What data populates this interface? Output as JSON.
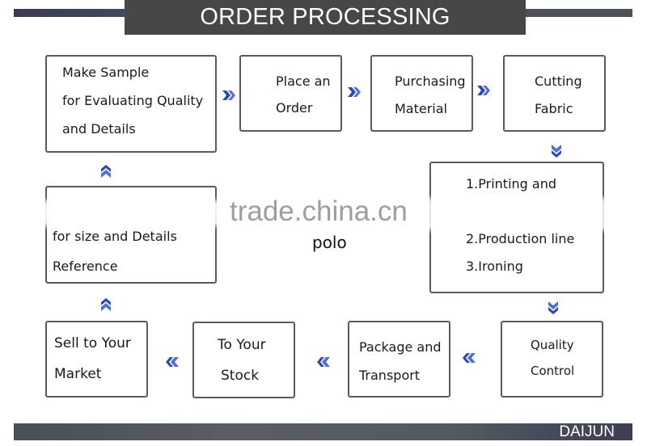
{
  "header": {
    "title": "ORDER PROCESSING"
  },
  "steps": [
    {
      "id": "make-sample",
      "lines": [
        "Make Sample",
        "for Evaluating Quality",
        "and Details"
      ]
    },
    {
      "id": "place-order",
      "lines": [
        "Place an",
        "Order"
      ]
    },
    {
      "id": "purchasing-material",
      "lines": [
        "Purchasing",
        "Material"
      ]
    },
    {
      "id": "cutting-fabric",
      "lines": [
        "Cutting",
        "Fabric"
      ]
    },
    {
      "id": "production",
      "lines": [
        "1.Printing and",
        "2.Production line",
        "3.Ironing"
      ]
    },
    {
      "id": "quality-control",
      "lines": [
        "Quality",
        "Control"
      ]
    },
    {
      "id": "package-transport",
      "lines": [
        "Package and",
        "Transport"
      ]
    },
    {
      "id": "to-stock",
      "lines": [
        "To Your",
        "Stock"
      ]
    },
    {
      "id": "sell-market",
      "lines": [
        "Sell to Your",
        "Market"
      ]
    },
    {
      "id": "size-reference",
      "lines": [
        "for size and Details",
        "Reference"
      ]
    }
  ],
  "center_label": "polo",
  "watermark": "trade.china.cn",
  "footer": {
    "brand": "DAIJUN"
  },
  "colors": {
    "arrow": "#2c47b8",
    "arrow_light": "#6f8fe8",
    "title_bg": "#474747",
    "border": "#5a5a5a"
  },
  "icons": {
    "arrow_right": "double-chevron-right",
    "arrow_left": "double-chevron-left",
    "arrow_down": "double-chevron-down",
    "arrow_up": "double-chevron-up"
  }
}
